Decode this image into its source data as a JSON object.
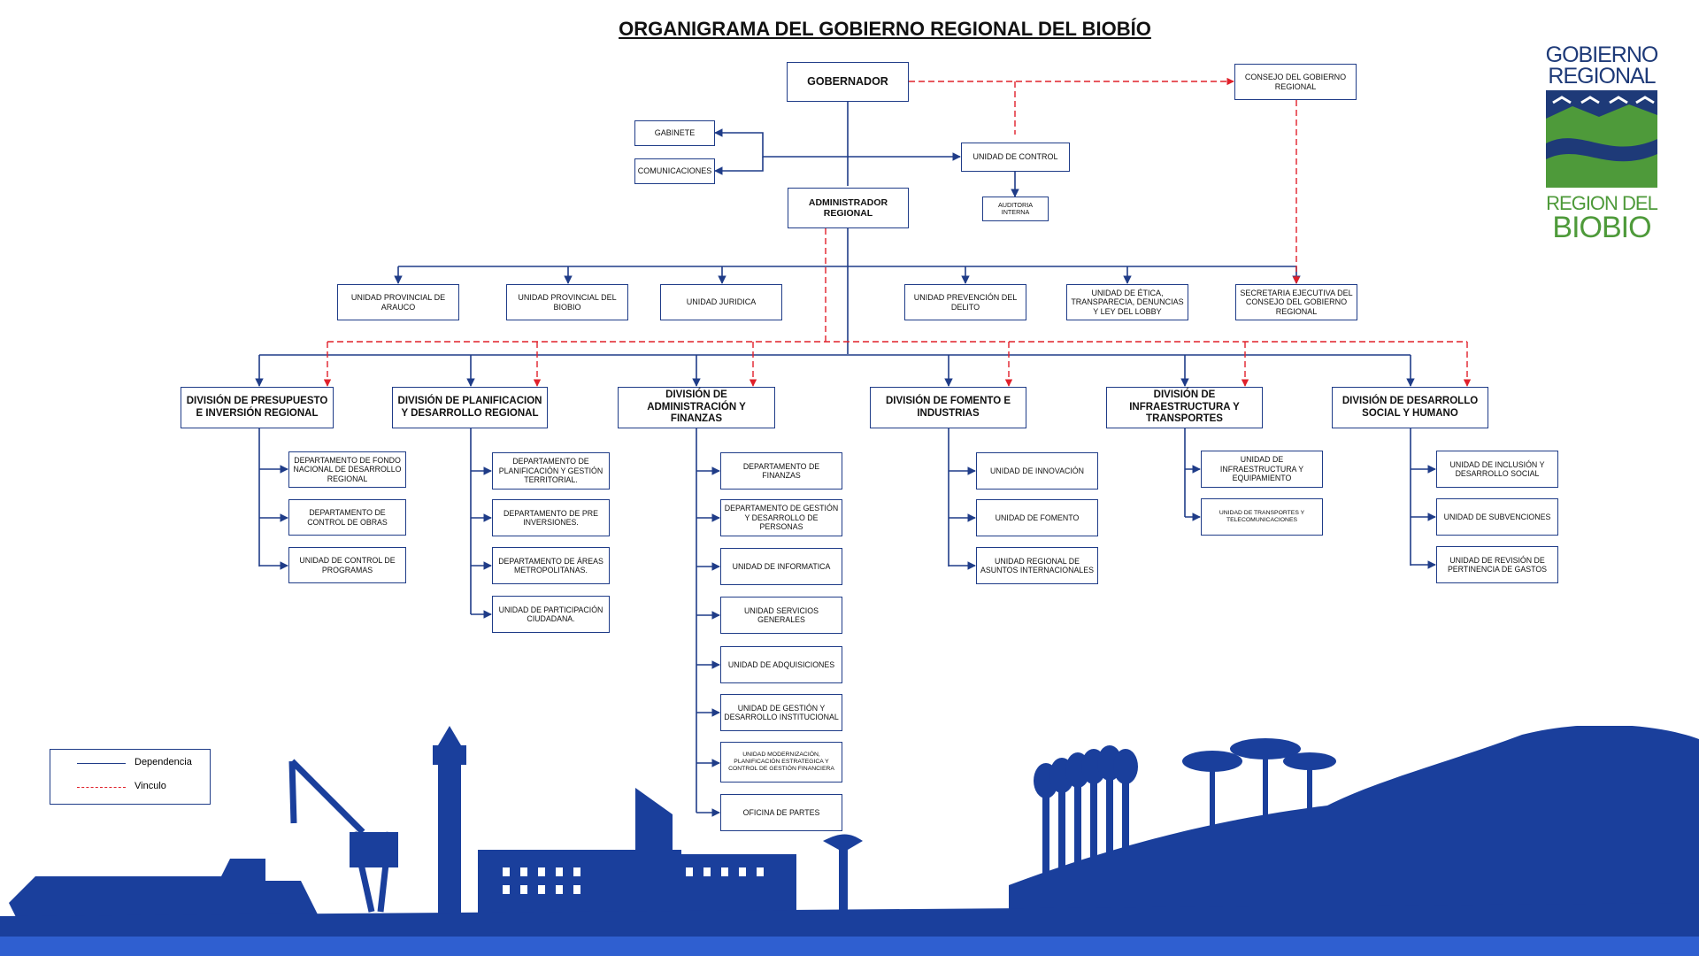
{
  "title": "ORGANIGRAMA DEL GOBIERNO REGIONAL DEL BIOBÍO",
  "logo": {
    "line1": "GOBIERNO",
    "line2": "REGIONAL",
    "line3": "REGION DEL",
    "line4": "BIOBIO"
  },
  "colors": {
    "solid": "#1f3c88",
    "dashed": "#e0202a",
    "silhouette": "#1a3f9c"
  },
  "legend": {
    "solid_label": "Dependencia",
    "dashed_label": "Vinculo"
  },
  "nodes": {
    "gobernador": "GOBERNADOR",
    "consejo": "CONSEJO DEL GOBIERNO REGIONAL",
    "gabinete": "GABINETE",
    "comunicaciones": "COMUNICACIONES",
    "unidad_control": "UNIDAD DE CONTROL",
    "auditoria": "AUDITORIA INTERNA",
    "administrador": "ADMINISTRADOR REGIONAL",
    "arauco": "UNIDAD PROVINCIAL DE ARAUCO",
    "biobio": "UNIDAD PROVINCIAL DEL BIOBIO",
    "juridica": "UNIDAD JURIDICA",
    "prevencion": "UNIDAD PREVENCIÓN DEL DELITO",
    "etica": "UNIDAD DE ÉTICA, TRANSPARECIA, DENUNCIAS Y LEY DEL LOBBY",
    "secretaria": "SECRETARIA EJECUTIVA DEL CONSEJO DEL GOBIERNO REGIONAL"
  },
  "divisions": [
    {
      "name": "DIVISIÓN DE  PRESUPUESTO E INVERSIÓN REGIONAL",
      "units": [
        "DEPARTAMENTO DE FONDO NACIONAL DE DESARROLLO REGIONAL",
        "DEPARTAMENTO DE CONTROL DE OBRAS",
        "UNIDAD DE CONTROL DE PROGRAMAS"
      ]
    },
    {
      "name": "DIVISIÓN DE PLANIFICACION Y DESARROLLO REGIONAL",
      "units": [
        "DEPARTAMENTO DE PLANIFICACIÓN Y GESTIÓN TERRITORIAL.",
        "DEPARTAMENTO DE PRE INVERSIONES.",
        "DEPARTAMENTO DE ÁREAS METROPOLITANAS.",
        "UNIDAD DE PARTICIPACIÓN CIUDADANA."
      ]
    },
    {
      "name": "DIVISIÓN DE ADMINISTRACIÓN Y FINANZAS",
      "units": [
        "DEPARTAMENTO DE FINANZAS",
        "DEPARTAMENTO DE GESTIÓN Y DESARROLLO DE PERSONAS",
        "UNIDAD DE INFORMATICA",
        "UNIDAD SERVICIOS GENERALES",
        "UNIDAD DE ADQUISICIONES",
        "UNIDAD DE GESTIÓN Y DESARROLLO INSTITUCIONAL",
        "UNIDAD MODERNIZACIÓN, PLANIFICACIÓN ESTRATEGICA Y CONTROL DE GESTIÓN FINANCIERA",
        "OFICINA DE PARTES"
      ]
    },
    {
      "name": "DIVISIÓN DE FOMENTO E INDUSTRIAS",
      "units": [
        "UNIDAD DE INNOVACIÓN",
        "UNIDAD DE FOMENTO",
        "UNIDAD REGIONAL DE ASUNTOS INTERNACIONALES"
      ]
    },
    {
      "name": "DIVISIÓN DE INFRAESTRUCTURA Y TRANSPORTES",
      "units": [
        "UNIDAD DE INFRAESTRUCTURA Y EQUIPAMIENTO",
        "UNIDAD DE TRANSPORTES Y TELECOMUNICACIONES"
      ]
    },
    {
      "name": "DIVISIÓN DE DESARROLLO SOCIAL Y HUMANO",
      "units": [
        "UNIDAD DE INCLUSIÓN Y DESARROLLO SOCIAL",
        "UNIDAD DE SUBVENCIONES",
        "UNIDAD DE REVISIÓN DE PERTINENCIA DE GASTOS"
      ]
    }
  ]
}
